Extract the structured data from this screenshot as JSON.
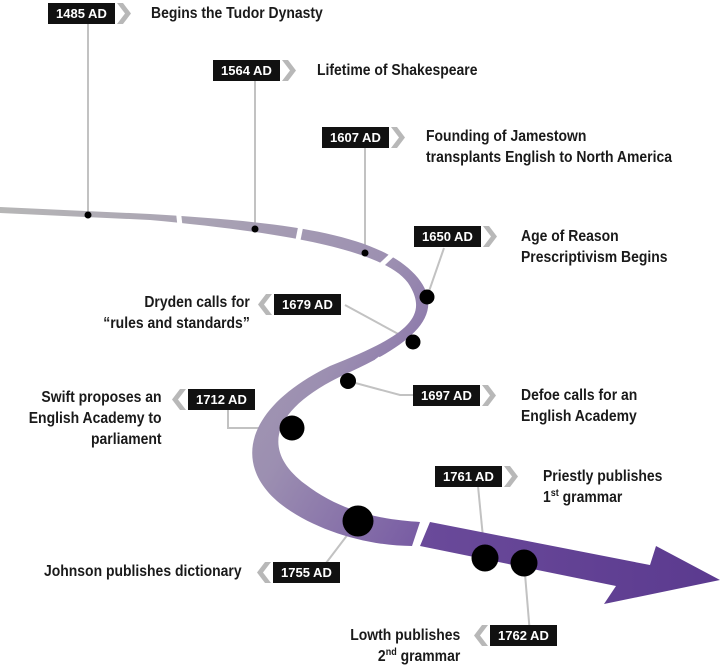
{
  "events": [
    {
      "date": "1485 AD",
      "text": "Begins the Tudor Dynasty"
    },
    {
      "date": "1564 AD",
      "text": "Lifetime of Shakespeare"
    },
    {
      "date": "1607 AD",
      "line1": "Founding of Jamestown",
      "line2": "transplants English to North America"
    },
    {
      "date": "1650 AD",
      "line1": "Age of Reason",
      "line2": "Prescriptivism Begins"
    },
    {
      "date": "1679 AD",
      "line1": "Dryden calls for",
      "line2": "“rules and standards”"
    },
    {
      "date": "1697 AD",
      "line1": "Defoe calls for an",
      "line2": "English Academy"
    },
    {
      "date": "1712 AD",
      "line1": "Swift proposes an",
      "line2": "English Academy to",
      "line3": "parliament"
    },
    {
      "date": "1755 AD",
      "text": "Johnson publishes dictionary"
    },
    {
      "date": "1761 AD",
      "line1": "Priestly publishes",
      "ordinal_num": "1",
      "ordinal_sup": "st",
      "ordinal_rest": " grammar"
    },
    {
      "date": "1762 AD",
      "line1": "Lowth publishes",
      "ordinal_num": "2",
      "ordinal_sup": "nd",
      "ordinal_rest": " grammar"
    }
  ],
  "colors": {
    "timeline_start": "#b3b3b3",
    "timeline_mid": "#8a7aa3",
    "timeline_end": "#5a3c8c",
    "tag_bg": "#111111",
    "chevron": "#b8b8b8",
    "leader": "#bdbdbd",
    "dot": "#000000"
  }
}
